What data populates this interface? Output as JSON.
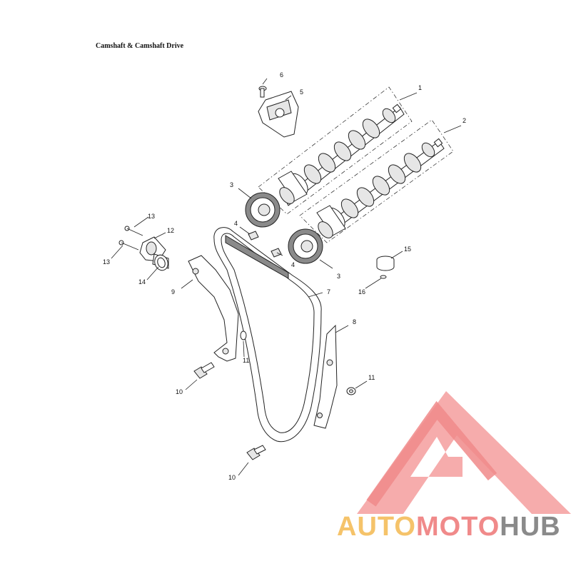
{
  "page": {
    "title": "Camshaft & Camshaft Drive"
  },
  "callouts": {
    "c1": "1",
    "c2": "2",
    "c3a": "3",
    "c3b": "3",
    "c4a": "4",
    "c4b": "4",
    "c5": "5",
    "c6": "6",
    "c7": "7",
    "c8": "8",
    "c9": "9",
    "c10a": "10",
    "c10b": "10",
    "c11a": "11",
    "c11b": "11",
    "c12": "12",
    "c13a": "13",
    "c13b": "13",
    "c14": "14",
    "c15": "15",
    "c16": "16"
  },
  "watermark": {
    "auto": "AUTO",
    "moto": "MOTO",
    "hub": "HUB",
    "colors": {
      "triangle": "#f08a8a",
      "auto": "#f5c36a",
      "moto": "#f08a8a",
      "hub": "#8a8a8a"
    }
  }
}
